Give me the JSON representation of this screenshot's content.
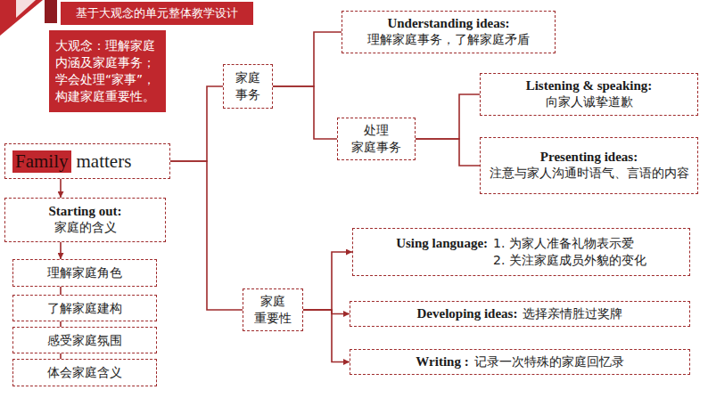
{
  "diagram": {
    "title": "基于大观念的单元整体教学设计",
    "nodes": [
      {
        "text": [
          "大观念：理解家庭内涵及家庭事务；学会处理“家事”，构建家庭重要性。"
        ]
      },
      {
        "text": [
          "Family",
          "matters"
        ]
      },
      {
        "text": [
          "Starting out:",
          "家庭的含义"
        ]
      },
      {
        "text": [
          "理解家庭角色"
        ]
      },
      {
        "text": [
          "了解家庭建构"
        ]
      },
      {
        "text": [
          "感受家庭氛围"
        ]
      },
      {
        "text": [
          "体会家庭含义"
        ]
      },
      {
        "text": [
          "家庭 事务"
        ]
      },
      {
        "text": [
          "Understanding ideas:",
          "理解家庭事务，了解家庭矛盾"
        ]
      },
      {
        "text": [
          "处理 家庭事务"
        ]
      },
      {
        "text": [
          "Listening & speaking:",
          "向家人诚挚道歉"
        ]
      },
      {
        "text": [
          "Presenting ideas:",
          "注意与家人沟通时语气、言语的内容"
        ]
      },
      {
        "text": [
          "家庭 重要性"
        ]
      },
      {
        "text": [
          "Using language:",
          "1. 为家人准备礼物表示爱",
          "2. 关注家庭成员外貌的变化"
        ]
      },
      {
        "text": [
          "Developing ideas:",
          "选择亲情胜过奖牌"
        ]
      },
      {
        "text": [
          "Writing :",
          "记录一次特殊的家庭回忆录"
        ]
      }
    ],
    "edges": [
      {
        "from": 1,
        "to": 2,
        "arrow": "to"
      },
      {
        "from": 2,
        "to": 3,
        "arrow": "to"
      },
      {
        "from": 3,
        "to": 4,
        "arrow": "none"
      },
      {
        "from": 4,
        "to": 5,
        "arrow": "none"
      },
      {
        "from": 5,
        "to": 6,
        "arrow": "none"
      },
      {
        "from": 1,
        "to": 7,
        "arrow": "none"
      },
      {
        "from": 1,
        "to": 12,
        "arrow": "none"
      },
      {
        "from": 7,
        "to": 8,
        "arrow": "none"
      },
      {
        "from": 7,
        "to": 9,
        "arrow": "none"
      },
      {
        "from": 9,
        "to": 10,
        "arrow": "none"
      },
      {
        "from": 9,
        "to": 11,
        "arrow": "none"
      },
      {
        "from": 12,
        "to": 13,
        "arrow": "to"
      },
      {
        "from": 12,
        "to": 14,
        "arrow": "to"
      },
      {
        "from": 12,
        "to": 15,
        "arrow": "to"
      }
    ]
  }
}
